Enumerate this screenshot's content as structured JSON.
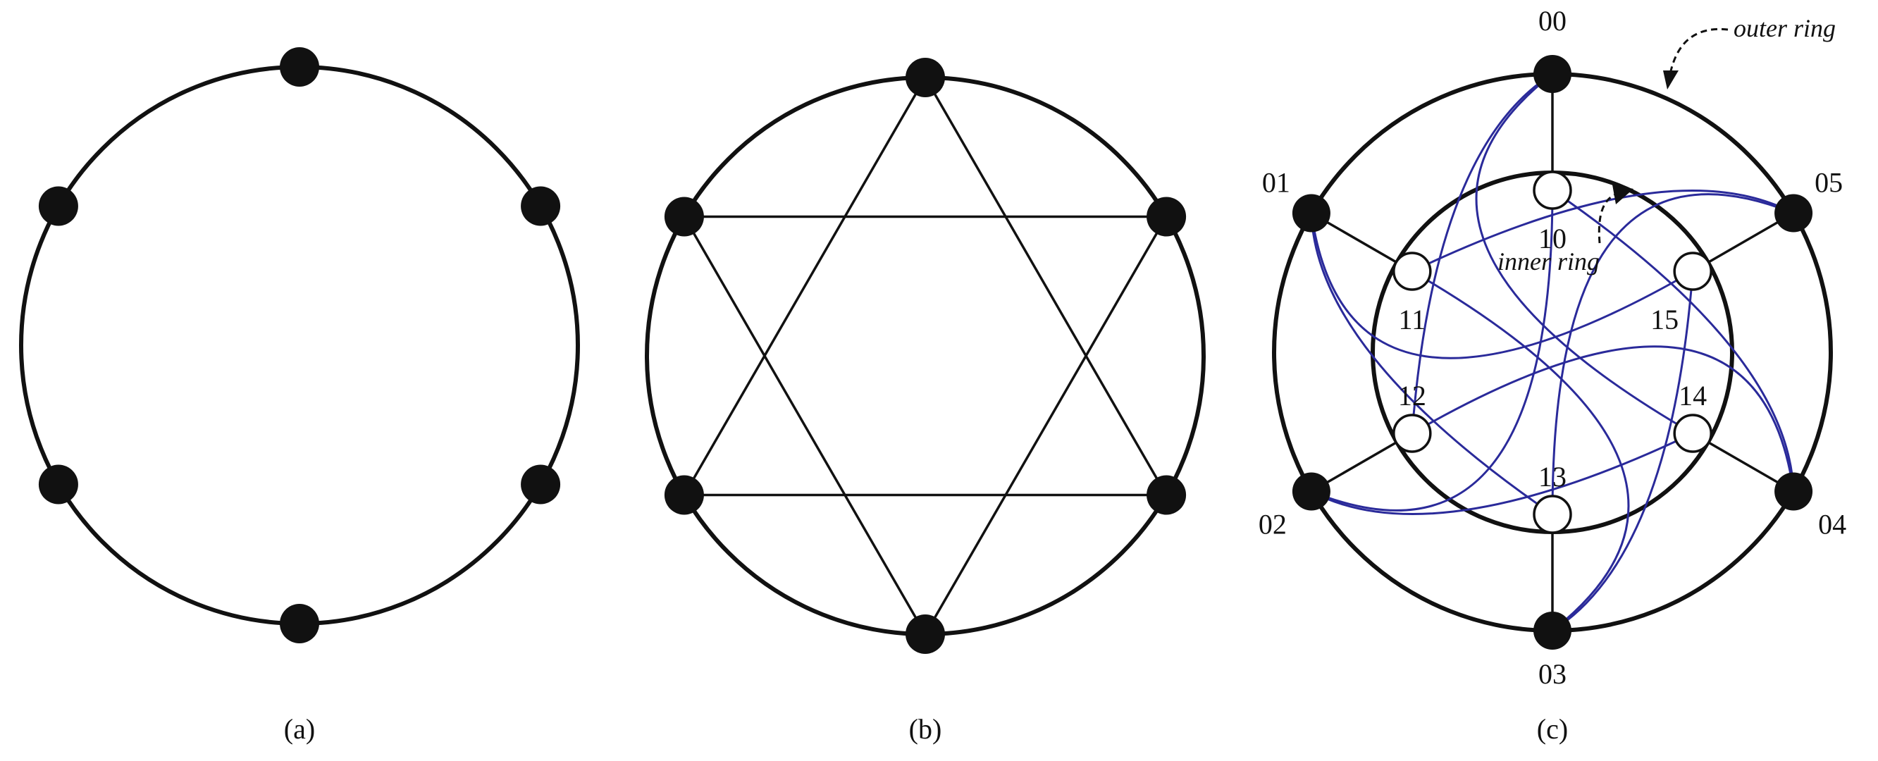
{
  "panels": [
    {
      "id": "a",
      "caption": "(a)"
    },
    {
      "id": "b",
      "caption": "(b)"
    },
    {
      "id": "c",
      "caption": "(c)"
    }
  ],
  "outer_nodes": [
    "00",
    "01",
    "02",
    "03",
    "04",
    "05"
  ],
  "inner_nodes": [
    "10",
    "11",
    "12",
    "13",
    "14",
    "15"
  ],
  "annotations": {
    "outer_ring": "outer ring",
    "inner_ring": "inner ring"
  },
  "colors": {
    "ink": "#111111",
    "curve": "#2a2a9a",
    "background": "#ffffff"
  }
}
